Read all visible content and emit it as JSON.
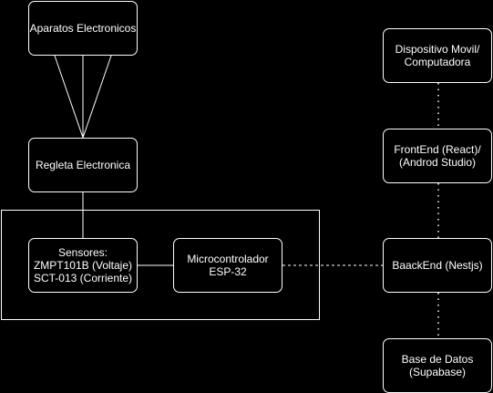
{
  "diagram": {
    "nodes": {
      "aparatos": [
        "Aparatos Electronicos"
      ],
      "regleta": [
        "Regleta Electronica"
      ],
      "sensores": [
        "Sensores:",
        "ZMPT101B (Voltaje)",
        "SCT-013 (Corriente)"
      ],
      "micro": [
        "Microcontrolador",
        "ESP-32"
      ],
      "dispositivo": [
        "Dispositivo Movil/",
        "Computadora"
      ],
      "frontend": [
        "FrontEnd (React)/",
        "(Androd Studio)"
      ],
      "backend": [
        "BaackEnd (Nestjs)"
      ],
      "basedatos": [
        "Base de Datos",
        "(Supabase)"
      ]
    },
    "edges": [
      {
        "from": "aparatos",
        "to": "regleta",
        "style": "fan"
      },
      {
        "from": "regleta",
        "to": "sensores",
        "style": "solid"
      },
      {
        "from": "sensores",
        "to": "micro",
        "style": "solid"
      },
      {
        "from": "micro",
        "to": "backend",
        "style": "dashed"
      },
      {
        "from": "dispositivo",
        "to": "frontend",
        "style": "dotted"
      },
      {
        "from": "frontend",
        "to": "backend",
        "style": "dotted"
      },
      {
        "from": "backend",
        "to": "basedatos",
        "style": "dotted"
      }
    ],
    "colors": {
      "background": "#000000",
      "stroke": "#ffffff",
      "text": "#ffffff"
    }
  }
}
